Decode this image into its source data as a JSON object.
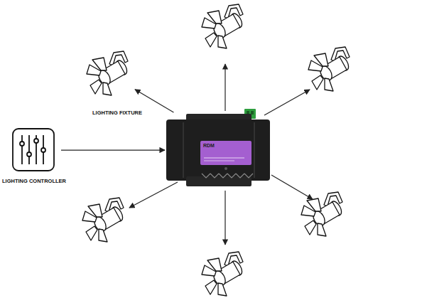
{
  "diagram": {
    "nodes": [
      {
        "text": [
          "LIGHTING FIXTURE"
        ]
      },
      {
        "text": [
          "LIGHTING CONTROLLER"
        ]
      },
      {
        "text": [
          "RDM"
        ]
      }
    ],
    "edges": [
      {
        "from": 1,
        "to": 2,
        "arrow": "to"
      },
      {
        "from": 2,
        "to": 0,
        "arrow": "to"
      }
    ]
  }
}
